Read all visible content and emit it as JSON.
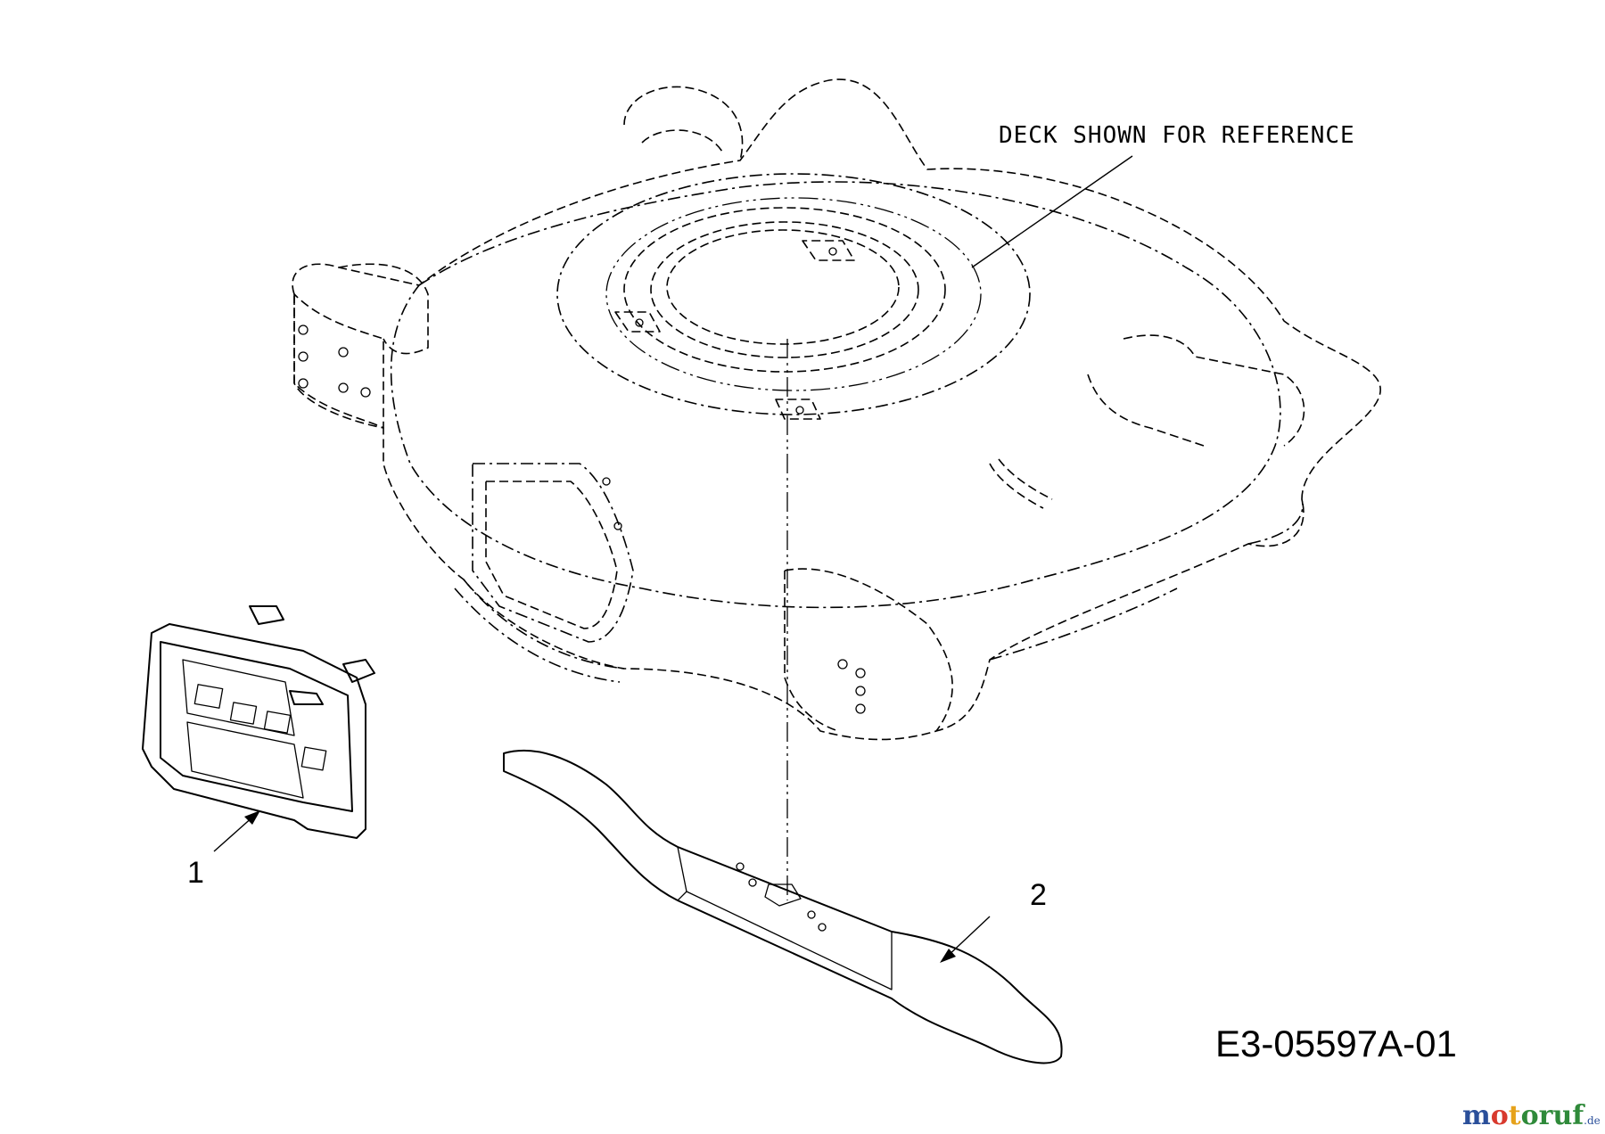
{
  "reference_label": "DECK SHOWN FOR REFERENCE",
  "callouts": [
    {
      "number": "1",
      "part": "mulch-plug"
    },
    {
      "number": "2",
      "part": "blade"
    }
  ],
  "drawing_code": "E3-05597A-01",
  "watermark": {
    "parts": [
      "m",
      "o",
      "t",
      "oruf"
    ],
    "tld": ".de"
  }
}
